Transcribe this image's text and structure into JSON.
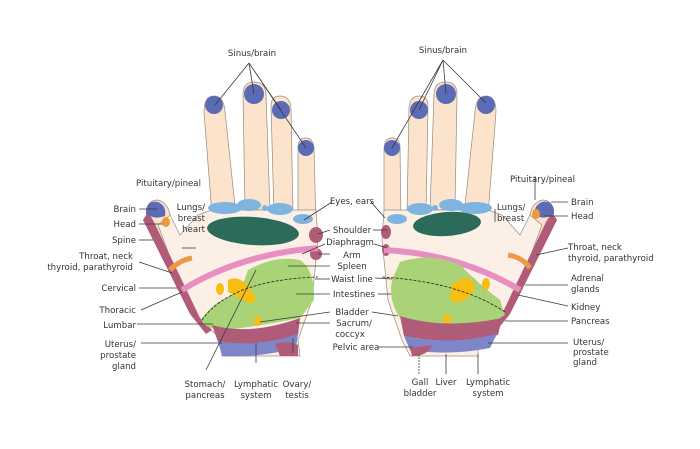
{
  "title": "Hand reflexology chart",
  "colors": {
    "skin": "#fbe3cc",
    "palm": "#fcf0e6",
    "fingertip": "#5b6bb5",
    "lungs": "#7fb3e0",
    "heart": "#2c6b5a",
    "diaphragm_band": "#e78fc0",
    "spine": "#b05c78",
    "throat": "#eb9a45",
    "intestines": "#a9d376",
    "organs_yellow": "#f7bd12",
    "pelvic": "#b05c78",
    "uterus": "#7e86c8",
    "head_dot": "#ec9a3c"
  },
  "left_hand": {
    "top_label": "Sinus/brain",
    "left_labels": [
      {
        "id": "pituitary",
        "text": "Pituitary/pineal"
      },
      {
        "id": "brain",
        "text": "Brain"
      },
      {
        "id": "head",
        "text": "Head"
      },
      {
        "id": "spine",
        "text": "Spine"
      },
      {
        "id": "throat",
        "line1": "Throat, neck",
        "line2": "thyroid, parathyroid"
      },
      {
        "id": "cervical",
        "text": "Cervical"
      },
      {
        "id": "thoracic",
        "text": "Thoracic"
      },
      {
        "id": "lumbar",
        "text": "Lumbar"
      },
      {
        "id": "uterus",
        "line1": "Uterus/",
        "line2": "prostate",
        "line3": "gland"
      }
    ],
    "inner_labels": [
      {
        "id": "lungs",
        "line1": "Lungs/",
        "line2": "breast",
        "line3": "heart"
      }
    ],
    "bottom_labels": [
      {
        "id": "stomach",
        "line1": "Stomach/",
        "line2": "pancreas"
      },
      {
        "id": "lymphatic",
        "line1": "Lymphatic",
        "line2": "system"
      },
      {
        "id": "ovary",
        "line1": "Ovary/",
        "line2": "testis"
      }
    ]
  },
  "center_labels": {
    "eyes": "Eyes, ears",
    "shoulder": "Shoulder",
    "diaphragm": "Diaphragm",
    "arm": "Arm",
    "spleen": "Spleen",
    "waist": "Waist line",
    "intestines": "Intestines",
    "bladder": "Bladder",
    "sacrum1": "Sacrum/",
    "sacrum2": "coccyx",
    "pelvic": "Pelvic area"
  },
  "right_hand": {
    "top_label": "Sinus/brain",
    "inner_labels": [
      {
        "id": "lungs",
        "line1": "Lungs/",
        "line2": "breast"
      }
    ],
    "right_labels": [
      {
        "id": "pituitary",
        "text": "Pituitary/pineal"
      },
      {
        "id": "brain",
        "text": "Brain"
      },
      {
        "id": "head",
        "text": "Head"
      },
      {
        "id": "throat",
        "line1": "Throat, neck",
        "line2": "thyroid, parathyroid"
      },
      {
        "id": "adrenal",
        "line1": "Adrenal",
        "line2": "glands"
      },
      {
        "id": "kidney",
        "text": "Kidney"
      },
      {
        "id": "pancreas",
        "text": "Pancreas"
      },
      {
        "id": "uterus",
        "line1": "Uterus/",
        "line2": "prostate",
        "line3": "gland"
      }
    ],
    "bottom_labels": [
      {
        "id": "gall",
        "line1": "Gall",
        "line2": "bladder"
      },
      {
        "id": "liver",
        "text": "Liver"
      },
      {
        "id": "lymphatic",
        "line1": "Lymphatic",
        "line2": "system"
      }
    ]
  }
}
